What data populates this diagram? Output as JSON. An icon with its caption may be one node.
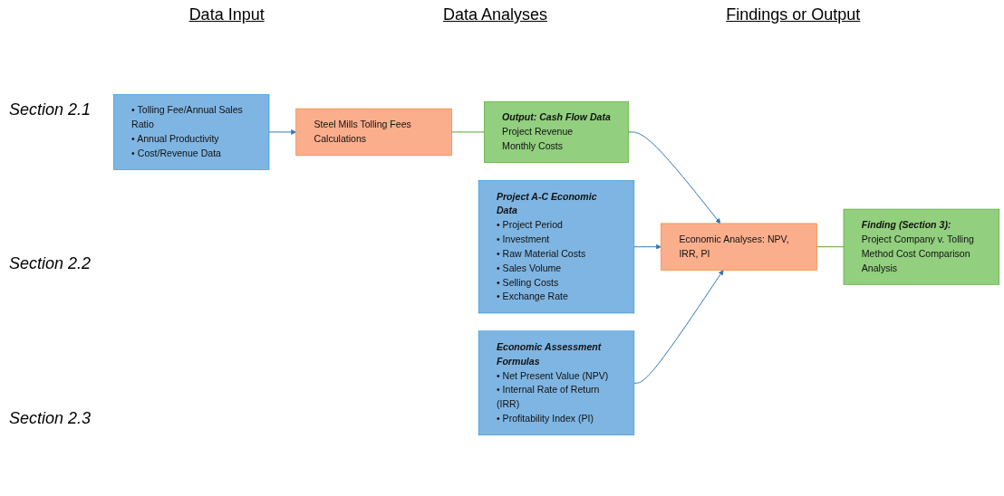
{
  "diagram": {
    "nodes": [
      {
        "text": [
          "• Tolling Fee/Annual Sales Ratio",
          "• Annual Productivity",
          "• Cost/Revenue Data"
        ]
      },
      {
        "text": [
          "Steel Mills Tolling Fees Calculations"
        ]
      },
      {
        "text": [
          "Output: Cash Flow Data",
          "Project Revenue",
          "Monthly Costs"
        ]
      },
      {
        "text": [
          "Project A-C Economic Data",
          "• Project Period",
          "• Investment",
          "• Raw Material Costs",
          "• Sales Volume",
          "• Selling Costs",
          "• Exchange Rate"
        ]
      },
      {
        "text": [
          "Economic Assessment Formulas",
          "• Net Present Value (NPV)",
          "• Internal Rate of Return (IRR)",
          "• Profitability Index (PI)"
        ]
      },
      {
        "text": [
          "Economic Analyses: NPV, IRR, PI"
        ]
      },
      {
        "text": [
          "Finding (Section 3):",
          "Project Company v. Tolling Method Cost Comparison Analysis"
        ]
      }
    ],
    "edges": [
      {
        "from": 0,
        "to": 1,
        "arrow": "to"
      },
      {
        "from": 1,
        "to": 2,
        "arrow": "none",
        "color": "#4ea72e"
      },
      {
        "from": 2,
        "to": 5,
        "arrow": "to"
      },
      {
        "from": 3,
        "to": 5,
        "arrow": "to"
      },
      {
        "from": 4,
        "to": 5,
        "arrow": "to"
      },
      {
        "from": 5,
        "to": 6,
        "arrow": "none",
        "color": "#4ea72e"
      }
    ],
    "labels": [
      "Data Input",
      "Data Analyses",
      "Findings or Output",
      "Section 2.1",
      "Section 2.2",
      "Section 2.3"
    ]
  }
}
